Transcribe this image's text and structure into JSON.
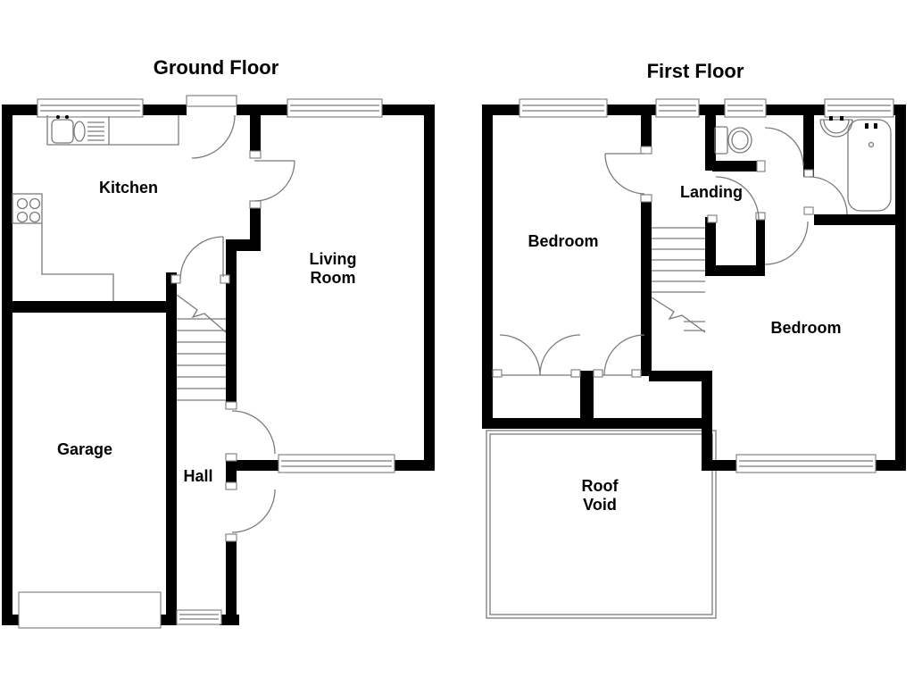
{
  "document": {
    "type": "floor-plan",
    "title": "House floor plan"
  },
  "colors": {
    "wall": "#000000",
    "line": "#7b7b7b",
    "text": "#000000",
    "background": "#ffffff"
  },
  "floors": {
    "ground": {
      "title": "Ground Floor",
      "rooms": {
        "kitchen": "Kitchen",
        "living_line1": "Living",
        "living_line2": "Room",
        "garage": "Garage",
        "hall": "Hall"
      },
      "features": [
        "kitchen-sink",
        "kitchen-hob",
        "staircase",
        "garage-door",
        "front-door",
        "windows"
      ]
    },
    "first": {
      "title": "First Floor",
      "rooms": {
        "bedroom_left": "Bedroom",
        "landing": "Landing",
        "bedroom_right": "Bedroom",
        "roof_void_line1": "Roof",
        "roof_void_line2": "Void"
      },
      "features": [
        "toilet",
        "wash-basin",
        "bathtub",
        "staircase",
        "built-in-cupboards",
        "windows"
      ]
    }
  }
}
